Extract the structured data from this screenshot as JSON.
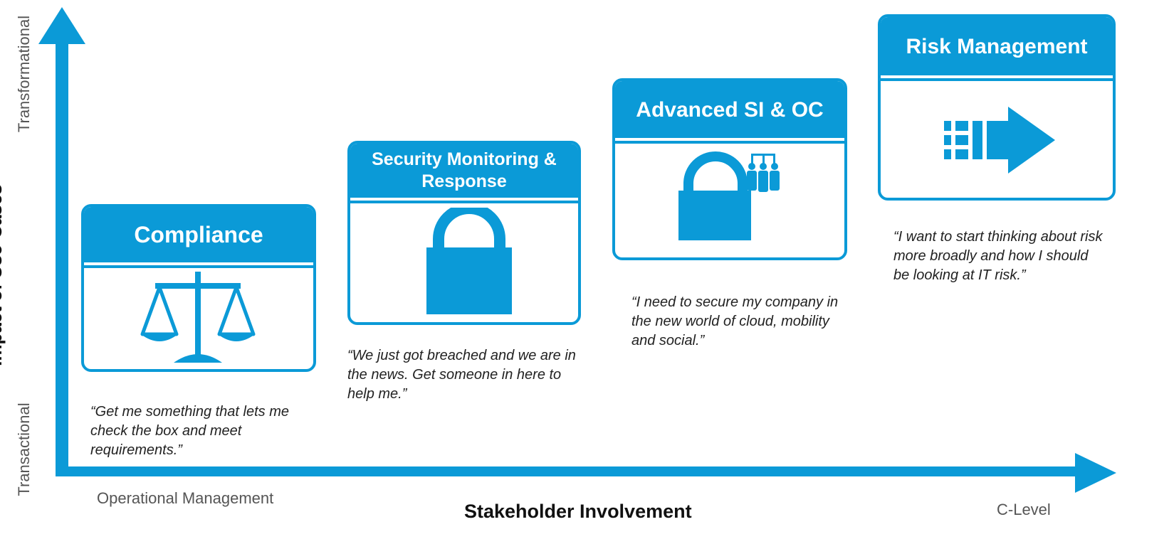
{
  "y_axis": {
    "label": "Impact of Use-Cases",
    "top_label": "Transformational",
    "bottom_label": "Transactional"
  },
  "x_axis": {
    "label": "Stakeholder Involvement",
    "left_label": "Operational Management",
    "right_label": "C-Level"
  },
  "stages": [
    {
      "title": "Compliance",
      "icon": "scales-icon",
      "quote": "“Get me something that lets me check the box and meet requirements.”"
    },
    {
      "title": "Security Monitoring & Response",
      "icon": "padlock-icon",
      "quote": "“We just got breached and we are in the news. Get someone in here to help me.”"
    },
    {
      "title": "Advanced SI & OC",
      "icon": "padlock-team-icon",
      "quote": "“I need to secure my company in the new world of cloud, mobility and social.”"
    },
    {
      "title": "Risk Management",
      "icon": "forward-arrow-icon",
      "quote": "“I want to start thinking about risk more broadly and how I should be looking at IT risk.”"
    }
  ],
  "colors": {
    "accent": "#0b9ad7",
    "text": "#222222",
    "axis_label": "#555555"
  }
}
